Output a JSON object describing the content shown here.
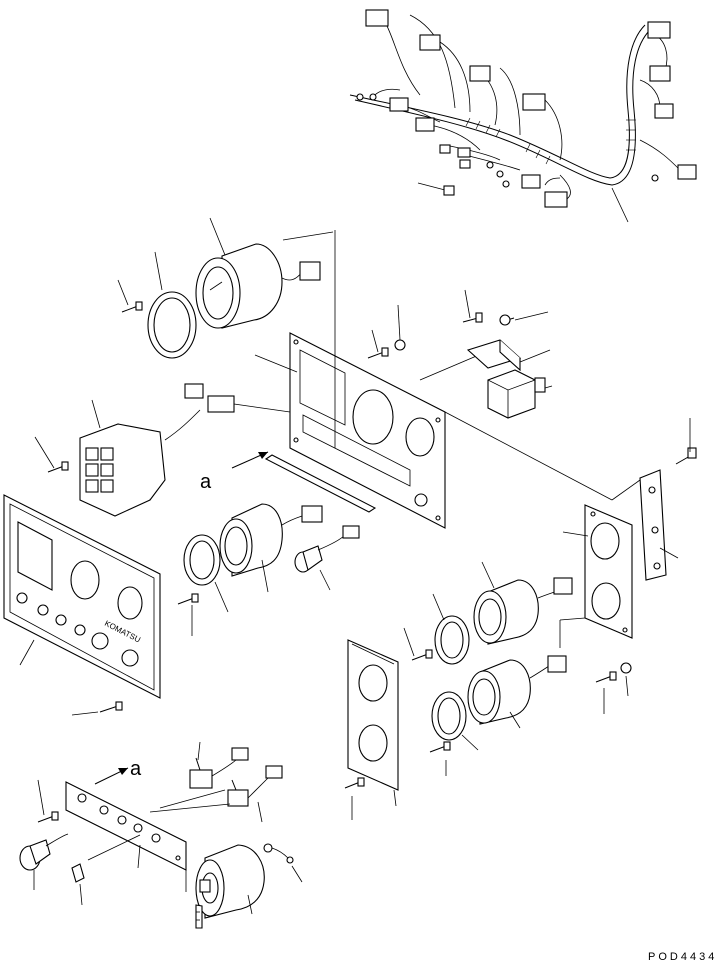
{
  "drawing": {
    "code": "POD4434",
    "ref_label_upper": "a",
    "ref_label_lower": "a",
    "plate_brand_text": "KOMATSU"
  },
  "colors": {
    "ink": "#000000",
    "paper": "#ffffff"
  }
}
